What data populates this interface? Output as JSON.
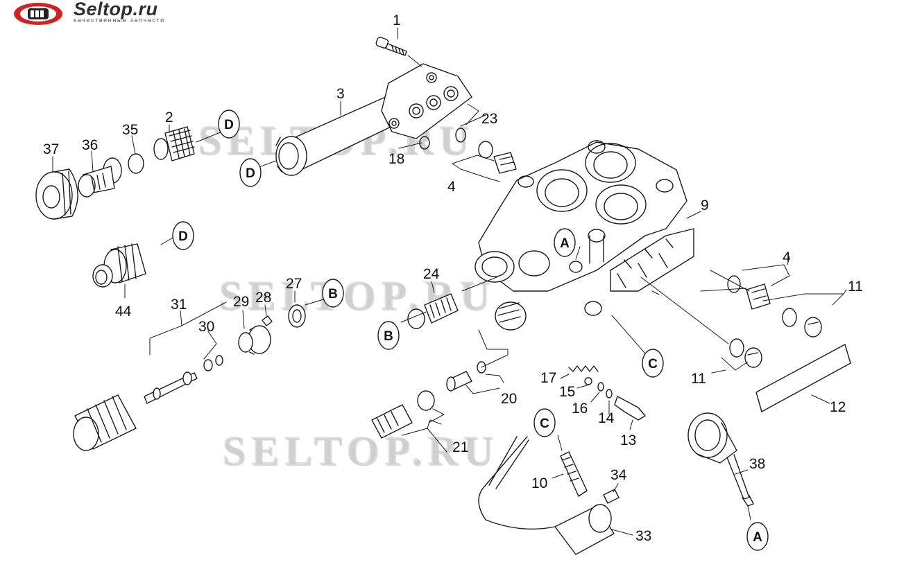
{
  "logo": {
    "name": "Seltop.ru",
    "tagline": "качественные запчасти"
  },
  "watermark": "SELTOP.RU",
  "callout_labels": {
    "c1": "1",
    "c2": "2",
    "c3": "3",
    "c4a": "4",
    "c4b": "4",
    "c9": "9",
    "c10": "10",
    "c11a": "11",
    "c11b": "11",
    "c12": "12",
    "c13": "13",
    "c14": "14",
    "c15": "15",
    "c16": "16",
    "c17": "17",
    "c18": "18",
    "c20": "20",
    "c21": "21",
    "c23": "23",
    "c24": "24",
    "c27": "27",
    "c28": "28",
    "c29": "29",
    "c30": "30",
    "c31": "31",
    "c33": "33",
    "c34": "34",
    "c35": "35",
    "c36": "36",
    "c37": "37",
    "c38": "38",
    "c44": "44"
  },
  "reference_markers": {
    "a1": "A",
    "a2": "A",
    "b1": "B",
    "b2": "B",
    "c1": "C",
    "c2": "C",
    "d1": "D",
    "d2": "D",
    "d3": "D"
  }
}
